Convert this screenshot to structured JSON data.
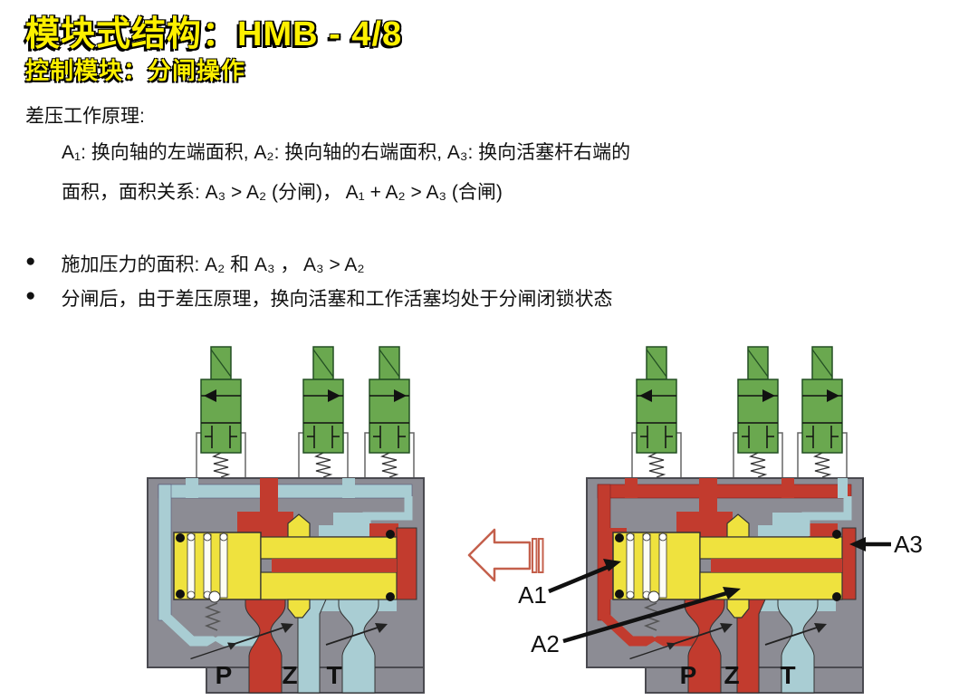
{
  "header": {
    "title": "模块式结构：HMB - 4/8",
    "subtitle": "控制模块：分闸操作"
  },
  "body": {
    "principle_heading": "差压工作原理:",
    "principle_line1": "A₁: 换向轴的左端面积, A₂: 换向轴的右端面积, A₃: 换向活塞杆右端的",
    "principle_line2": "面积，面积关系: A₃ >  A₂ (分闸)，  A₁ + A₂ >  A₃ (合闸)",
    "bullets": [
      "施加压力的面积: A₂ 和 A₃ ，  A₃ >  A₂",
      "分闸后，由于差压原理，换向活塞和工作活塞均处于分闸闭锁状态"
    ]
  },
  "diagram": {
    "left_block": {
      "ports": [
        "P",
        "Z",
        "T"
      ]
    },
    "right_block": {
      "ports": [
        "P",
        "Z",
        "T"
      ]
    },
    "annotations": {
      "a1": "A1",
      "a2": "A2",
      "a3": "A3"
    },
    "colors": {
      "valve_green": "#6aa84f",
      "block_gray": "#8c8c94",
      "channel_cyan": "#a9cdd3",
      "pressure_red": "#c23b2e",
      "spool_yellow": "#efe23e",
      "title_yellow": "#fdf000",
      "hollow_arrow_outline": "#c4604c"
    }
  }
}
